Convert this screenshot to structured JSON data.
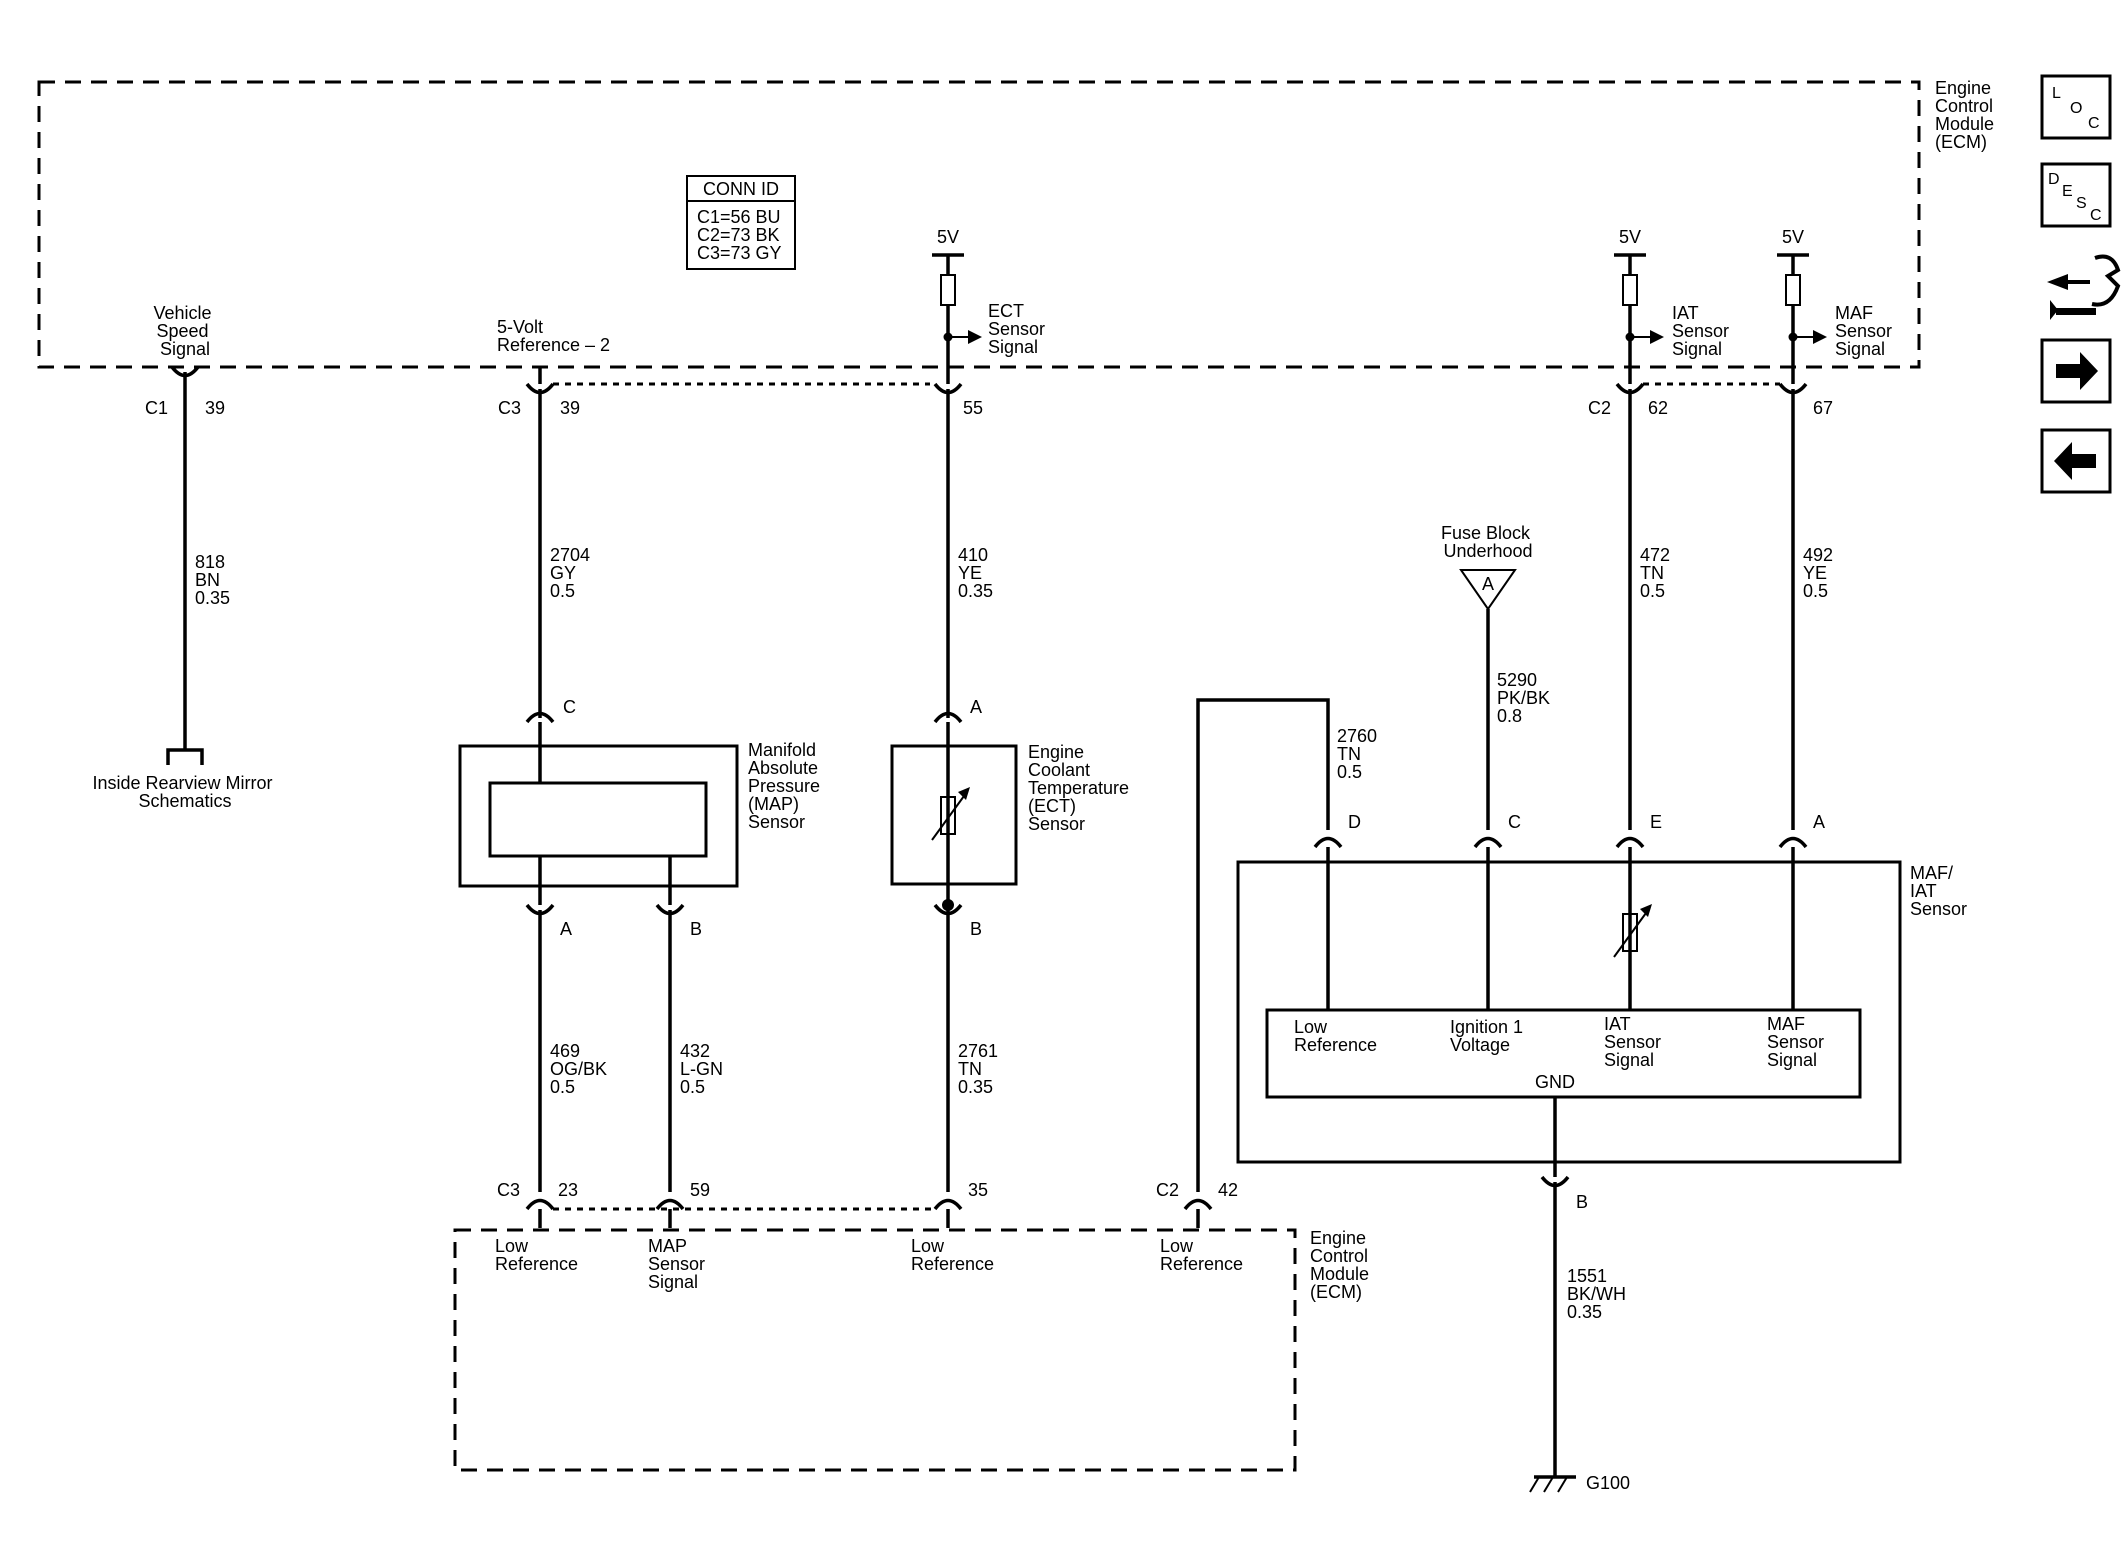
{
  "ecm_top": {
    "title": [
      "Engine",
      "Control",
      "Module",
      "(ECM)"
    ]
  },
  "conn_id": {
    "header": "CONN ID",
    "rows": [
      "C1=56 BU",
      "C2=73 BK",
      "C3=73 GY"
    ]
  },
  "circuits": {
    "vss": {
      "label": [
        "Vehicle",
        "Speed",
        "Signal"
      ],
      "conn": "C1",
      "pin": "39",
      "wire": [
        "818",
        "BN",
        "0.35"
      ],
      "dest": [
        "Inside Rearview Mirror",
        "Schematics"
      ]
    },
    "ref5v": {
      "label": [
        "5-Volt",
        "Reference – 2"
      ],
      "conn": "C3",
      "pin": "39",
      "wire": [
        "2704",
        "GY",
        "0.5"
      ]
    },
    "ect": {
      "supply": "5V",
      "label": [
        "ECT",
        "Sensor",
        "Signal"
      ],
      "pin": "55",
      "wire": [
        "410",
        "YE",
        "0.35"
      ]
    },
    "iat": {
      "supply": "5V",
      "label": [
        "IAT",
        "Sensor",
        "Signal"
      ],
      "conn": "C2",
      "pin": "62",
      "wire": [
        "472",
        "TN",
        "0.5"
      ]
    },
    "maf": {
      "supply": "5V",
      "label": [
        "MAF",
        "Sensor",
        "Signal"
      ],
      "pin": "67",
      "wire": [
        "492",
        "YE",
        "0.5"
      ]
    },
    "ign": {
      "fuse": [
        "Fuse Block",
        "Underhood"
      ],
      "fuse_pin": "A",
      "wire": [
        "5290",
        "PK/BK",
        "0.8"
      ]
    },
    "lowref_maf": {
      "wire": [
        "2760",
        "TN",
        "0.5"
      ]
    },
    "map_low": {
      "wire": [
        "469",
        "OG/BK",
        "0.5"
      ]
    },
    "map_sig": {
      "wire": [
        "432",
        "L-GN",
        "0.5"
      ]
    },
    "ect_low": {
      "wire": [
        "2761",
        "TN",
        "0.35"
      ]
    },
    "gnd": {
      "pin": "B",
      "wire": [
        "1551",
        "BK/WH",
        "0.35"
      ],
      "ground": "G100"
    }
  },
  "map_sensor": {
    "name": [
      "Manifold",
      "Absolute",
      "Pressure",
      "(MAP)",
      "Sensor"
    ],
    "pin_c": "C",
    "pin_a": "A",
    "pin_b": "B"
  },
  "ect_sensor": {
    "name": [
      "Engine",
      "Coolant",
      "Temperature",
      "(ECT)",
      "Sensor"
    ],
    "pin_a": "A",
    "pin_b": "B"
  },
  "maf_sensor": {
    "name": [
      "MAF/",
      "IAT",
      "Sensor"
    ],
    "pins": {
      "d": "D",
      "c": "C",
      "e": "E",
      "a": "A"
    },
    "internal": {
      "low_ref": [
        "Low",
        "Reference"
      ],
      "ign": [
        "Ignition 1",
        "Voltage"
      ],
      "iat": [
        "IAT",
        "Sensor",
        "Signal"
      ],
      "maf": [
        "MAF",
        "Sensor",
        "Signal"
      ],
      "gnd": "GND"
    }
  },
  "ecm_bottom": {
    "title": [
      "Engine",
      "Control",
      "Module",
      "(ECM)"
    ],
    "pins": {
      "c3": "C3",
      "p23": "23",
      "p59": "59",
      "p35": "35",
      "c2": "C2",
      "p42": "42"
    },
    "labels": {
      "low1": [
        "Low",
        "Reference"
      ],
      "map": [
        "MAP",
        "Sensor",
        "Signal"
      ],
      "low2": [
        "Low",
        "Reference"
      ],
      "low3": [
        "Low",
        "Reference"
      ]
    }
  },
  "nav": {
    "loc": [
      "L",
      "O",
      "C"
    ],
    "desc": [
      "D",
      "E",
      "S",
      "C"
    ]
  }
}
